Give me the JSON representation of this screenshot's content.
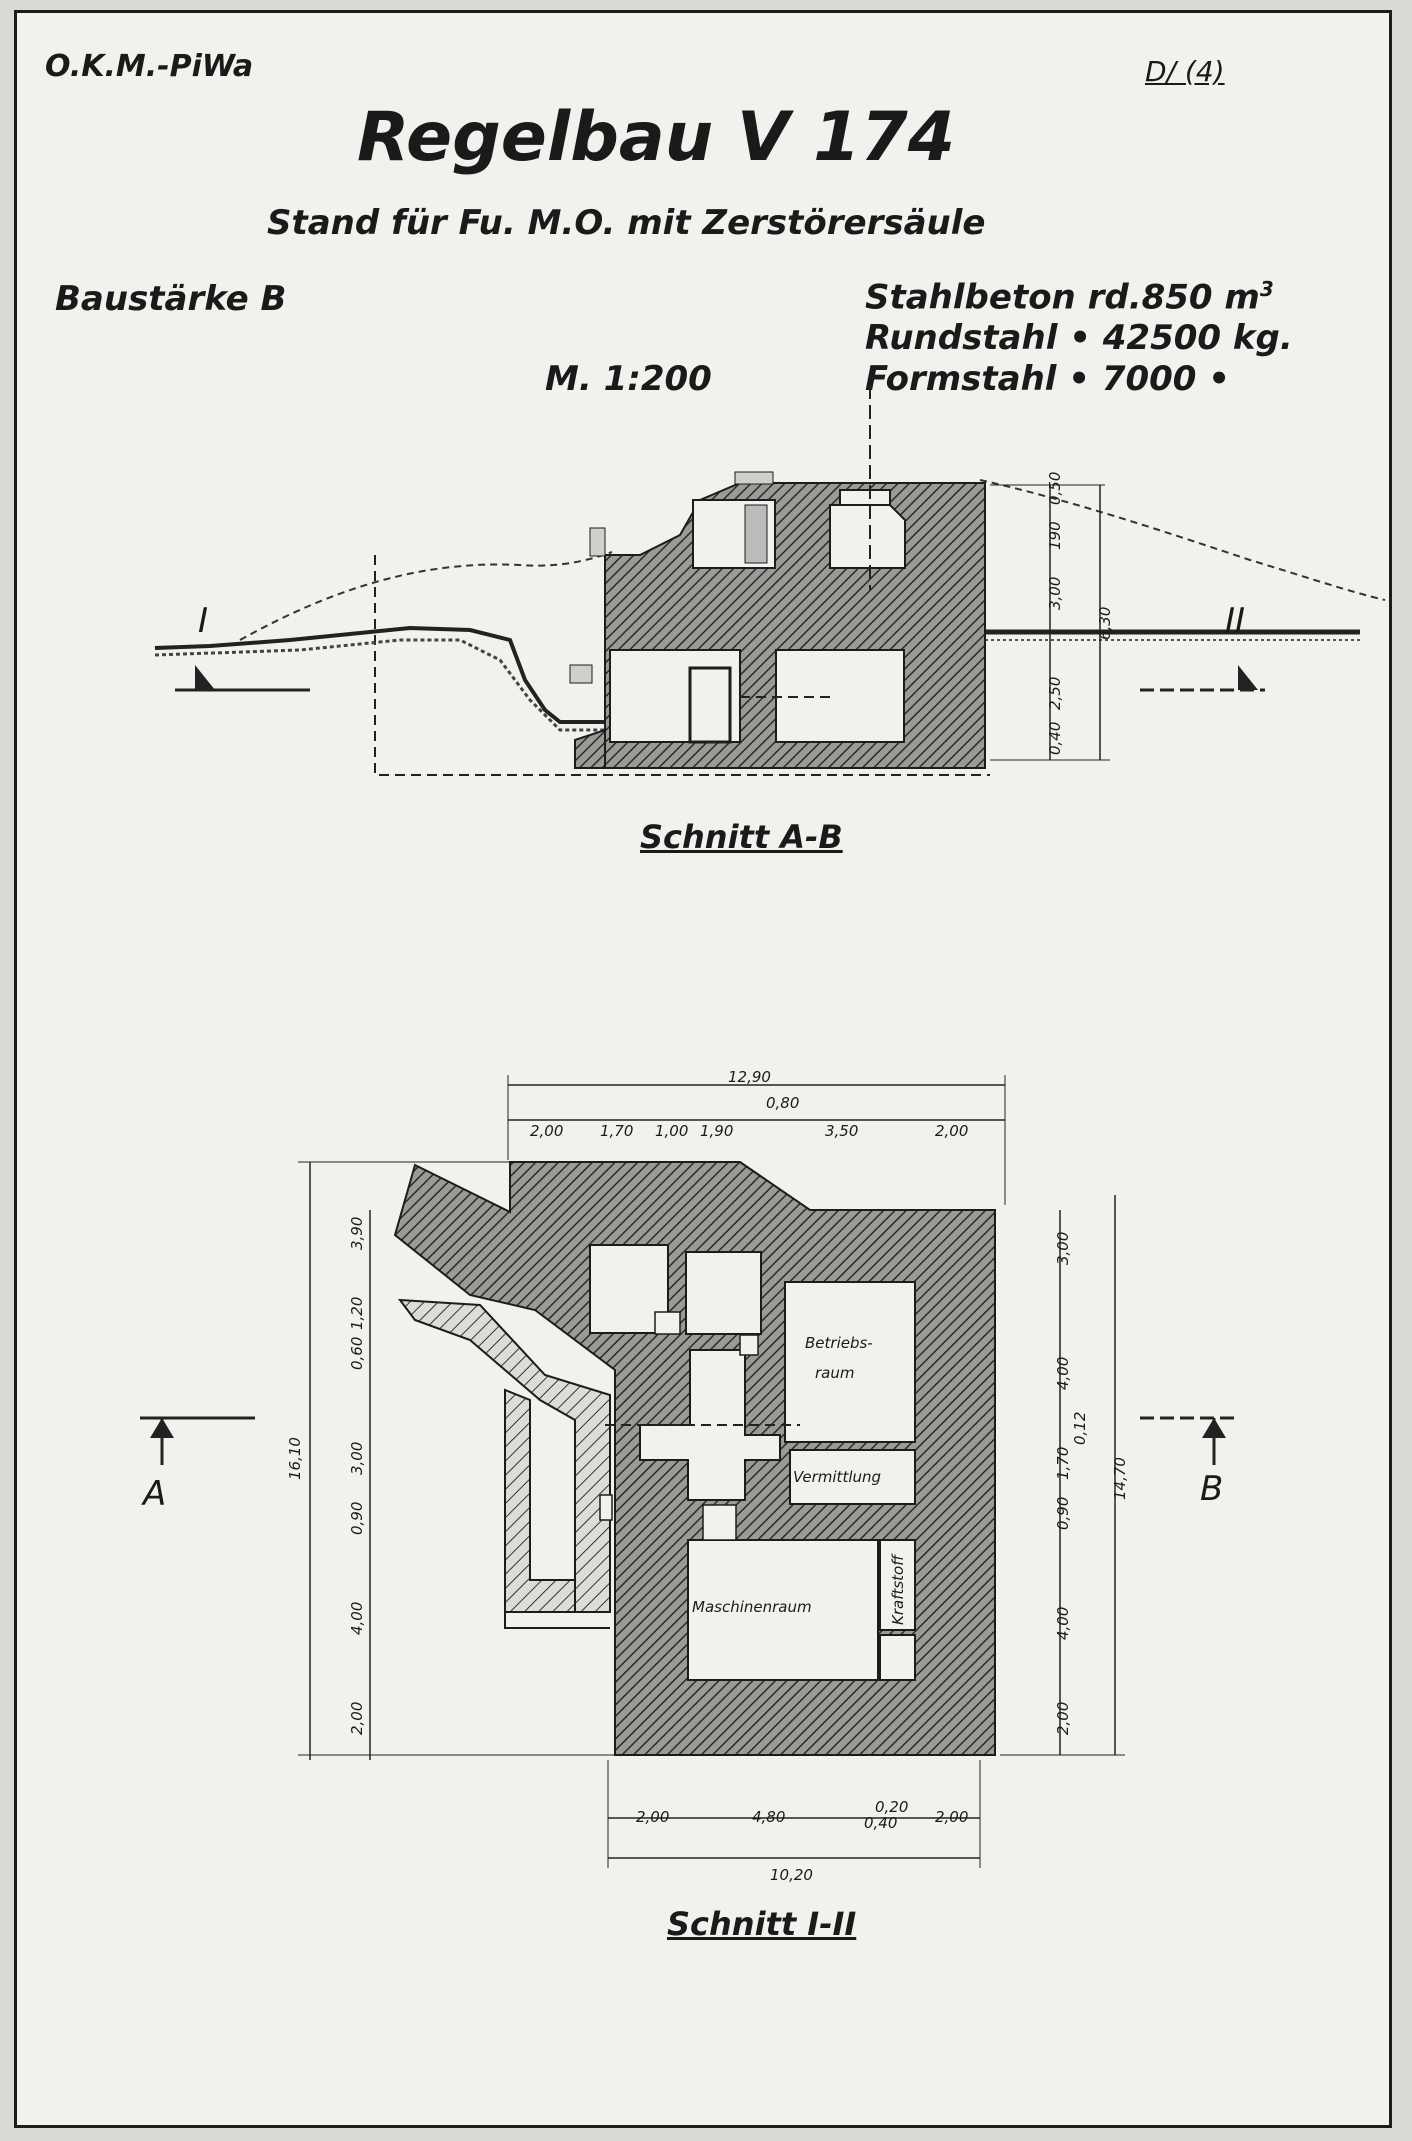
{
  "header": {
    "office": "O.K.M.-PiWa",
    "sheet_ref": "D/ (4)",
    "title": "Regelbau V 174",
    "subtitle": "Stand für Fu. M.O. mit Zerstörersäule",
    "strength_class": "Baustärke B",
    "scale": "M. 1:200"
  },
  "materials": [
    {
      "label": "Stahlbeton rd.850 m",
      "unit_sup": "3"
    },
    {
      "label": "Rundstahl  •  42500 kg."
    },
    {
      "label": "Formstahl  •  7000  •"
    }
  ],
  "section_ab": {
    "caption": "Schnitt A-B",
    "marker_left": "I",
    "marker_right": "II",
    "dims": [
      "190",
      "3,00",
      "2,50",
      "0,40",
      "6,30",
      "0,50"
    ]
  },
  "plan": {
    "caption": "Schnitt I-II",
    "marker_a": "A",
    "marker_b": "B",
    "top_total": "12,90",
    "top_dims": [
      "2,00",
      "1,70",
      "1,00",
      "1,90",
      "0,80",
      "3,50",
      "2,00"
    ],
    "bottom_total": "10,20",
    "bottom_dims": [
      "2,00",
      "4,80",
      "0,20",
      "0,40",
      "2,00"
    ],
    "left_total": "16,10",
    "left_dims": [
      "3,90",
      "1,20",
      "0,60",
      "3,00",
      "0,90",
      "4,00",
      "2,00"
    ],
    "right_total": "14,70",
    "right_dims": [
      "3,00",
      "4,00",
      "0,12",
      "1,70",
      "0,90",
      "4,00",
      "2,00"
    ],
    "rooms": {
      "betrieb_1": "Betriebs-",
      "betrieb_2": "raum",
      "vermittlung": "Vermittlung",
      "maschinen": "Maschinenraum",
      "kraftstoff": "Kraftstoff"
    }
  }
}
